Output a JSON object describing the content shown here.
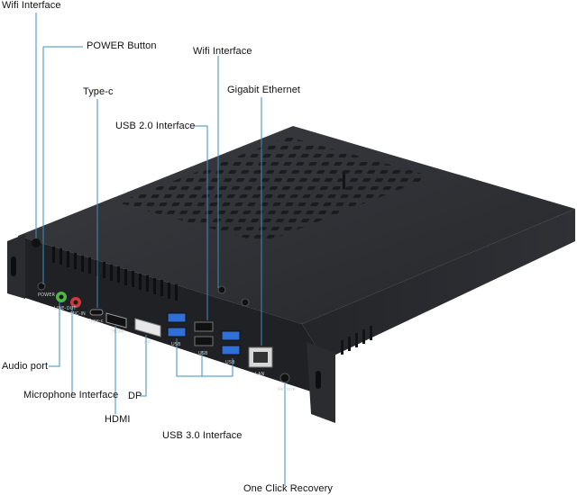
{
  "callouts": {
    "wifi_top_left": "Wifi Interface",
    "power_button": "POWER Button",
    "type_c": "Type-c",
    "usb20": "USB 2.0 Interface",
    "wifi_top_right": "Wifi Interface",
    "gigabit": "Gigabit Ethernet",
    "audio": "Audio port",
    "microphone": "Microphone Interface",
    "dp": "DP",
    "hdmi": "HDMI",
    "usb30": "USB 3.0 Interface",
    "recovery": "One Click Recovery"
  },
  "panel_labels": {
    "power": "POWER",
    "line_out": "LINE-OUT",
    "mic_in": "MIC-IN",
    "type_c": "Type-c",
    "hdmi": "HDMI",
    "dp": "DP",
    "usb_a": "USB",
    "usb_b": "USB",
    "usb_c": "USB",
    "lan": "LAN",
    "restore": "Restore"
  },
  "colors": {
    "chassis": "#2b2d31",
    "leader_line": "#3a8fc0",
    "usb3_blue": "#2f6fd6",
    "audio_green": "#4fb84a",
    "mic_red": "#d23a3a"
  }
}
